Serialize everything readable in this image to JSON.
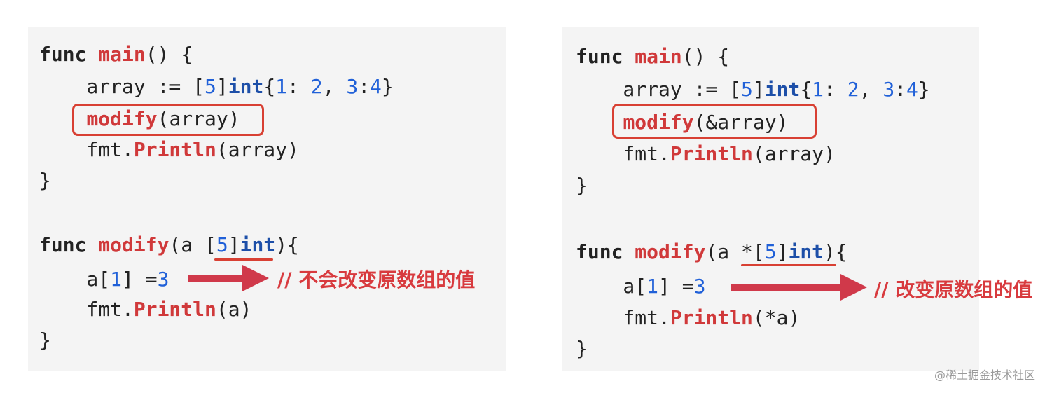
{
  "left_panel": {
    "lines": [
      [
        {
          "t": "func",
          "c": "kw"
        },
        {
          "t": " "
        },
        {
          "t": "main",
          "c": "fn"
        },
        {
          "t": "() {"
        }
      ],
      [
        {
          "t": "    array := ["
        },
        {
          "t": "5",
          "c": "num"
        },
        {
          "t": "]"
        },
        {
          "t": "int",
          "c": "ty"
        },
        {
          "t": "{"
        },
        {
          "t": "1",
          "c": "num"
        },
        {
          "t": ": "
        },
        {
          "t": "2",
          "c": "num"
        },
        {
          "t": ", "
        },
        {
          "t": "3",
          "c": "num"
        },
        {
          "t": ":"
        },
        {
          "t": "4",
          "c": "num"
        },
        {
          "t": "}"
        }
      ],
      [
        {
          "t": "    "
        },
        {
          "t": "modify",
          "c": "fn"
        },
        {
          "t": "(array)"
        }
      ],
      [
        {
          "t": "    fmt."
        },
        {
          "t": "Println",
          "c": "fn"
        },
        {
          "t": "(array)"
        }
      ],
      [
        {
          "t": "}"
        }
      ],
      [
        {
          "t": ""
        }
      ],
      [
        {
          "t": "func",
          "c": "kw"
        },
        {
          "t": " "
        },
        {
          "t": "modify",
          "c": "fn"
        },
        {
          "t": "(a ["
        },
        {
          "t": "5",
          "c": "num"
        },
        {
          "t": "]"
        },
        {
          "t": "int",
          "c": "ty"
        },
        {
          "t": "){"
        }
      ],
      [
        {
          "t": "    a["
        },
        {
          "t": "1",
          "c": "num"
        },
        {
          "t": "] ="
        },
        {
          "t": "3",
          "c": "num"
        }
      ],
      [
        {
          "t": "    fmt."
        },
        {
          "t": "Println",
          "c": "fn"
        },
        {
          "t": "(a)"
        }
      ],
      [
        {
          "t": "}"
        }
      ]
    ],
    "comment": "// 不会改变原数组的值"
  },
  "right_panel": {
    "lines": [
      [
        {
          "t": "func",
          "c": "kw"
        },
        {
          "t": " "
        },
        {
          "t": "main",
          "c": "fn"
        },
        {
          "t": "() {"
        }
      ],
      [
        {
          "t": "    array := ["
        },
        {
          "t": "5",
          "c": "num"
        },
        {
          "t": "]"
        },
        {
          "t": "int",
          "c": "ty"
        },
        {
          "t": "{"
        },
        {
          "t": "1",
          "c": "num"
        },
        {
          "t": ": "
        },
        {
          "t": "2",
          "c": "num"
        },
        {
          "t": ", "
        },
        {
          "t": "3",
          "c": "num"
        },
        {
          "t": ":"
        },
        {
          "t": "4",
          "c": "num"
        },
        {
          "t": "}"
        }
      ],
      [
        {
          "t": "    "
        },
        {
          "t": "modify",
          "c": "fn"
        },
        {
          "t": "(&array)"
        }
      ],
      [
        {
          "t": "    fmt."
        },
        {
          "t": "Println",
          "c": "fn"
        },
        {
          "t": "(array)"
        }
      ],
      [
        {
          "t": "}"
        }
      ],
      [
        {
          "t": ""
        }
      ],
      [
        {
          "t": "func",
          "c": "kw"
        },
        {
          "t": " "
        },
        {
          "t": "modify",
          "c": "fn"
        },
        {
          "t": "(a *["
        },
        {
          "t": "5",
          "c": "num"
        },
        {
          "t": "]"
        },
        {
          "t": "int",
          "c": "ty"
        },
        {
          "t": "){"
        }
      ],
      [
        {
          "t": "    a["
        },
        {
          "t": "1",
          "c": "num"
        },
        {
          "t": "] ="
        },
        {
          "t": "3",
          "c": "num"
        }
      ],
      [
        {
          "t": "    fmt."
        },
        {
          "t": "Println",
          "c": "fn"
        },
        {
          "t": "(*a)"
        }
      ],
      [
        {
          "t": "}"
        }
      ]
    ],
    "comment": "// 改变原数组的值"
  },
  "watermark": "@稀土掘金技术社区",
  "colors": {
    "keyword": "#222222",
    "function": "#d0393a",
    "number": "#2060d8",
    "type": "#1d4fa8",
    "highlight": "#d84033",
    "arrow": "#d0394a",
    "panel_bg": "#f4f4f4"
  }
}
